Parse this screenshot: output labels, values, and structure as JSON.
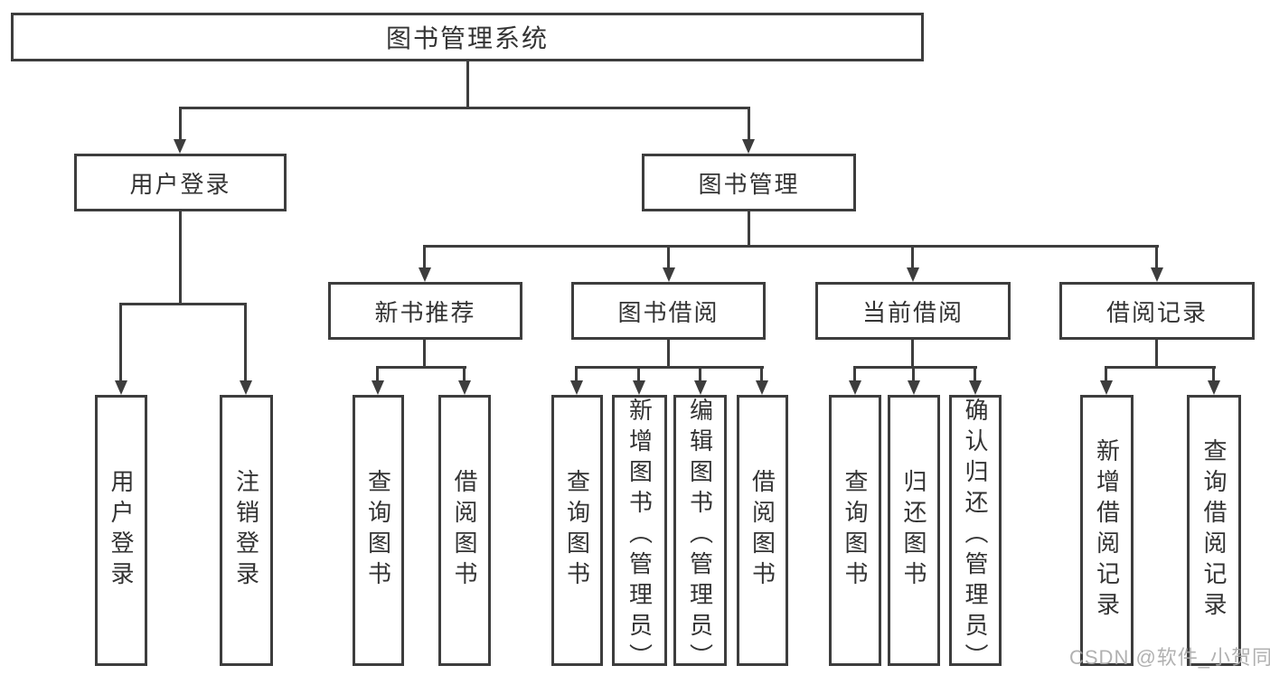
{
  "colors": {
    "line": "#3d3d3d",
    "text": "#333333",
    "watermark": "#a9a9a9"
  },
  "root": {
    "label": "图书管理系统"
  },
  "level2": [
    {
      "label": "用户登录"
    },
    {
      "label": "图书管理"
    }
  ],
  "level3": [
    {
      "label": "新书推荐"
    },
    {
      "label": "图书借阅"
    },
    {
      "label": "当前借阅"
    },
    {
      "label": "借阅记录"
    }
  ],
  "leaves": {
    "user_login": [
      {
        "label": "用户登录"
      },
      {
        "label": "注销登录"
      }
    ],
    "new_book": [
      {
        "label": "查询图书"
      },
      {
        "label": "借阅图书"
      }
    ],
    "book_borrow": [
      {
        "label": "查询图书"
      },
      {
        "label": "新增图书（管理员）"
      },
      {
        "label": "编辑图书（管理员）"
      },
      {
        "label": "借阅图书"
      }
    ],
    "current_borrow": [
      {
        "label": "查询图书"
      },
      {
        "label": "归还图书"
      },
      {
        "label": "确认归还（管理员）"
      }
    ],
    "borrow_record": [
      {
        "label": "新增借阅记录"
      },
      {
        "label": "查询借阅记录"
      }
    ]
  },
  "watermark": {
    "label": "CSDN @软件_小贺同学"
  }
}
